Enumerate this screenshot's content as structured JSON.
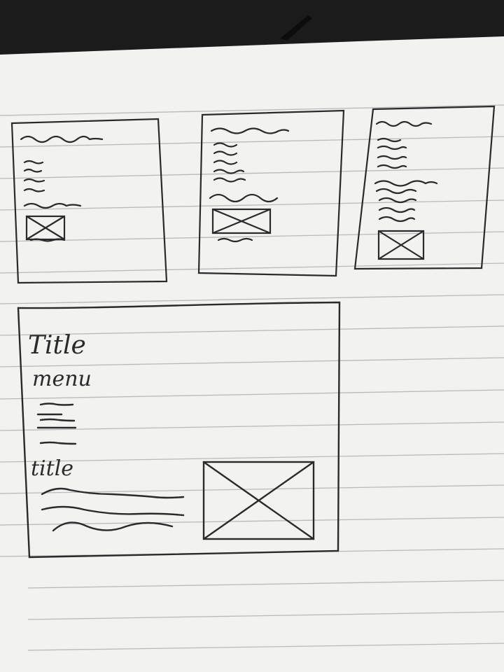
{
  "sketch": {
    "main_title": "Title",
    "menu_label": "menu",
    "section_title": "title"
  },
  "colors": {
    "paper": "#f2f2f0",
    "rule_line": "#b9b9b9",
    "ink": "#2a2a2a",
    "background": "#1b1b1b"
  },
  "icons": [
    "image-placeholder-icon"
  ]
}
